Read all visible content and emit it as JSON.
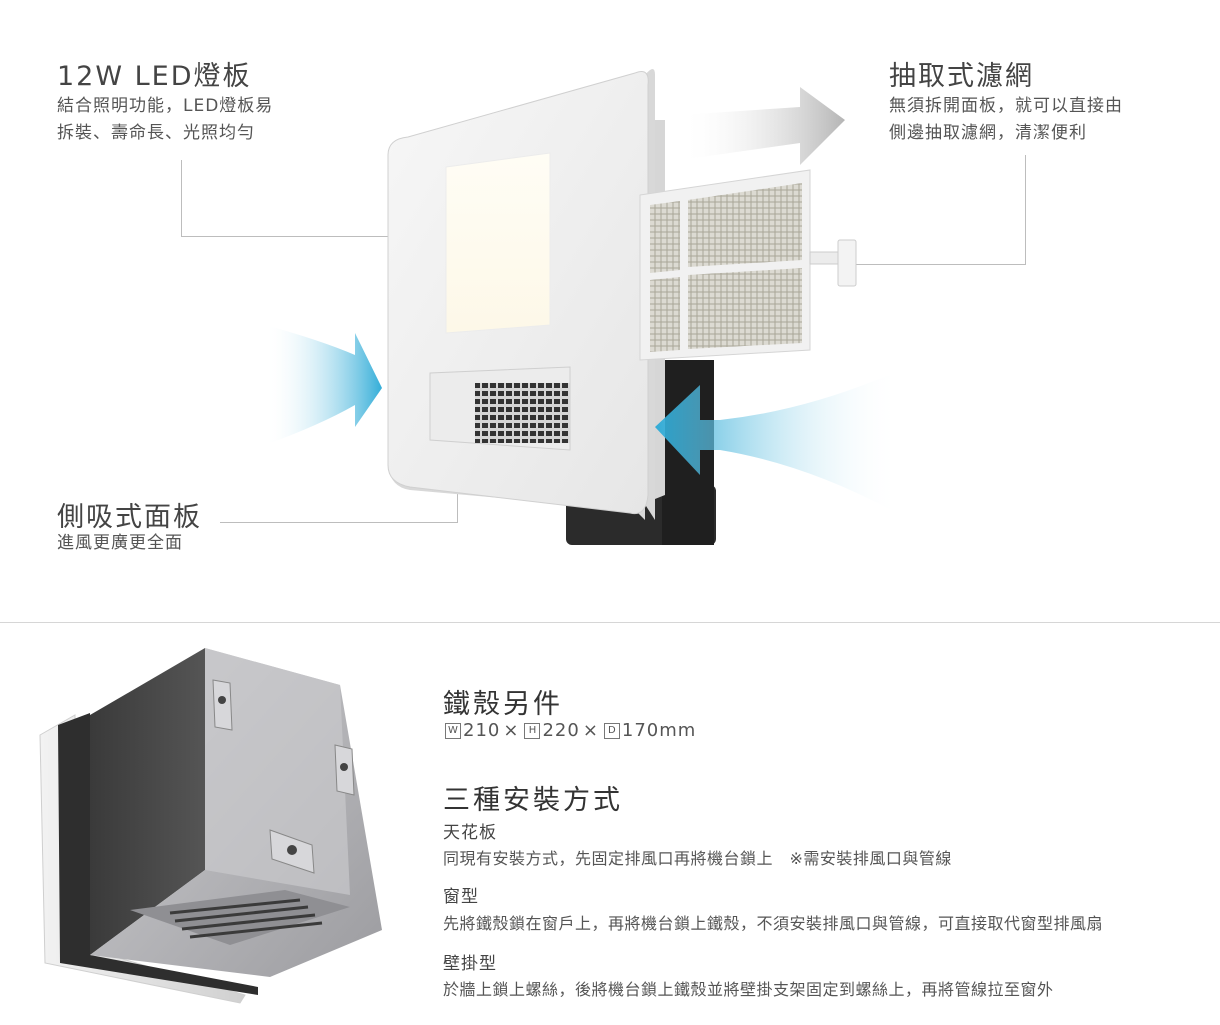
{
  "features": {
    "led": {
      "title": "12W LED燈板",
      "desc_line1": "結合照明功能，LED燈板易",
      "desc_line2": "拆裝、壽命長、光照均勻"
    },
    "filter": {
      "title": "抽取式濾網",
      "desc_line1": "無須拆開面板，就可以直接由",
      "desc_line2": "側邊抽取濾網，清潔便利"
    },
    "panel": {
      "title": "側吸式面板",
      "desc": "進風更廣更全面"
    }
  },
  "housing": {
    "title": "鐵殼另件",
    "dims": {
      "w_label": "W",
      "w": "210",
      "h_label": "H",
      "h": "220",
      "d_label": "D",
      "d": "170mm",
      "sep": "×"
    }
  },
  "install": {
    "title": "三種安裝方式",
    "methods": [
      {
        "name": "天花板",
        "desc": "同現有安裝方式，先固定排風口再將機台鎖上　※需安裝排風口與管線"
      },
      {
        "name": "窗型",
        "desc": "先將鐵殼鎖在窗戶上，再將機台鎖上鐵殼，不須安裝排風口與管線，可直接取代窗型排風扇"
      },
      {
        "name": "壁掛型",
        "desc": "於牆上鎖上螺絲，後將機台鎖上鐵殼並將壁掛支架固定到螺絲上，再將管線拉至窗外"
      }
    ]
  },
  "colors": {
    "accent_blue": "#29a9d6",
    "gray_arrow": "#bdbdbd"
  }
}
